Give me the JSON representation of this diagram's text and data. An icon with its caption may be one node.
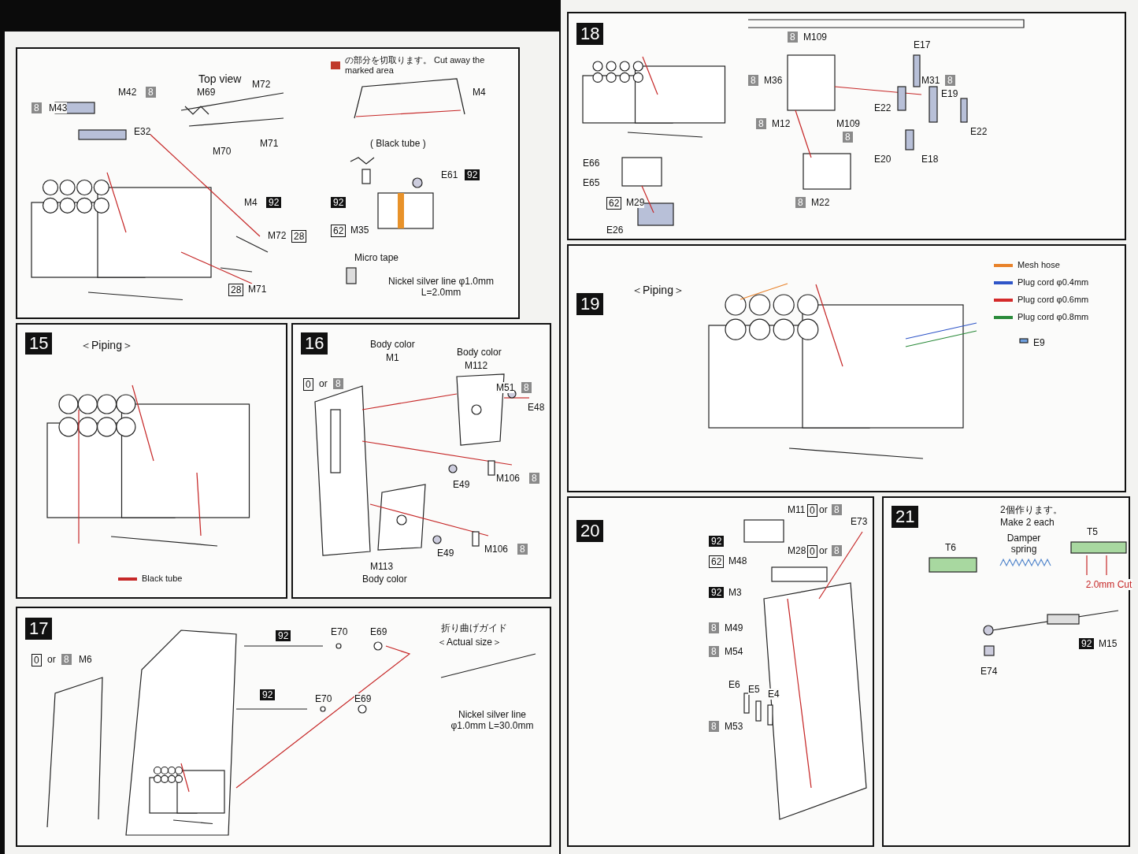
{
  "diagram": {
    "nodes": [
      {
        "text": [
          "Top view"
        ]
      },
      {
        "text": [
          "15",
          "＜Piping＞"
        ]
      },
      {
        "text": [
          "16"
        ]
      },
      {
        "text": [
          "17"
        ]
      },
      {
        "text": [
          "18"
        ]
      },
      {
        "text": [
          "19",
          "＜Piping＞"
        ]
      },
      {
        "text": [
          "20"
        ]
      },
      {
        "text": [
          "21"
        ]
      }
    ],
    "labels": [
      "M4",
      "8",
      "M43",
      "M42",
      "8",
      "E32",
      "M69",
      "M72",
      "M70",
      "M71",
      "( Black tube )",
      "E61",
      "92",
      "92",
      "62",
      "M35",
      "Micro tape",
      "M4",
      "92",
      "Nickel silver line φ1.0mm L=2.0mm",
      "M72",
      "28",
      "28",
      "M71",
      "Body color",
      "M1",
      "Body color",
      "M112",
      "0",
      "or",
      "8",
      "M51",
      "8",
      "E48",
      "E49",
      "M106",
      "8",
      "E49",
      "M106",
      "8",
      "M113",
      "Body color",
      "0",
      "or",
      "8",
      "M6",
      "92",
      "E70",
      "E69",
      "92",
      "E70",
      "E69",
      "折り曲げガイド",
      "＜Actual size＞",
      "Nickel silver line φ1.0mm L=30.0mm",
      "8",
      "M109",
      "E17",
      "8",
      "M36",
      "M31",
      "8",
      "E19",
      "E22",
      "E22",
      "8",
      "M12",
      "M109",
      "8",
      "E20",
      "E18",
      "8",
      "M22",
      "E66",
      "E65",
      "62",
      "M29",
      "E26",
      "E9",
      "M11",
      "0",
      "or",
      "8",
      "E73",
      "92",
      "62",
      "M48",
      "M28",
      "0",
      "or",
      "8",
      "92",
      "M3",
      "8",
      "M49",
      "8",
      "M54",
      "E6",
      "E5",
      "E4",
      "8",
      "M53",
      "2個作ります。",
      "Make 2 each",
      "T6",
      "Damper spring",
      "T5",
      "2.0mm Cut",
      "E74",
      "92",
      "M15"
    ],
    "legend": [
      {
        "text": "の部分を切取ります。 Cut away the marked area",
        "color": "#c0392b"
      },
      {
        "text": "Black tube",
        "color": "#c62828"
      },
      {
        "text": "Mesh hose",
        "color": "#e8822a"
      },
      {
        "text": "Plug cord φ0.4mm",
        "color": "#2f55c8"
      },
      {
        "text": "Plug cord φ0.6mm",
        "color": "#d42a2a"
      },
      {
        "text": "Plug cord φ0.8mm",
        "color": "#2a8a3a"
      }
    ]
  }
}
